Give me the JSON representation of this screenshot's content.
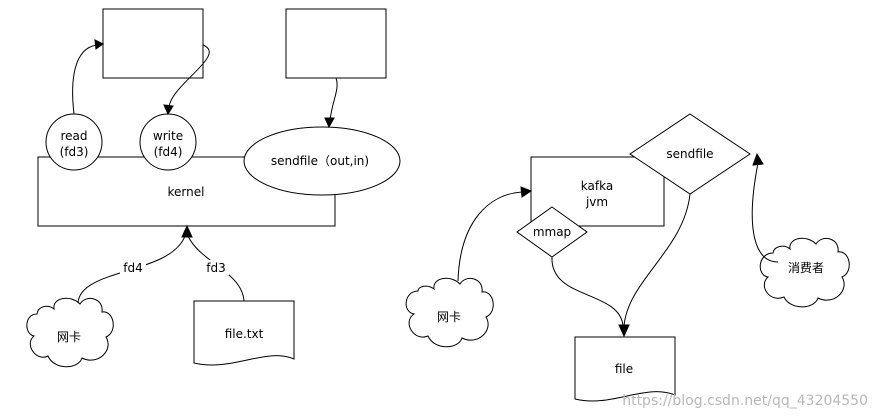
{
  "left": {
    "read": [
      "read",
      "(fd3)"
    ],
    "write": [
      "write",
      "(fd4)"
    ],
    "sendfile": "sendfile（out,in)",
    "kernel": "kernel",
    "nic": "网卡",
    "file": "file.txt",
    "edge_fd4": "fd4",
    "edge_fd3": "fd3"
  },
  "right": {
    "kafka": [
      "kafka",
      "jvm"
    ],
    "sendfile": "sendfile",
    "mmap": "mmap",
    "nic": "网卡",
    "consumer": "消费者",
    "file": "file"
  },
  "watermark": "https://blog.csdn.net/qq_43204550"
}
